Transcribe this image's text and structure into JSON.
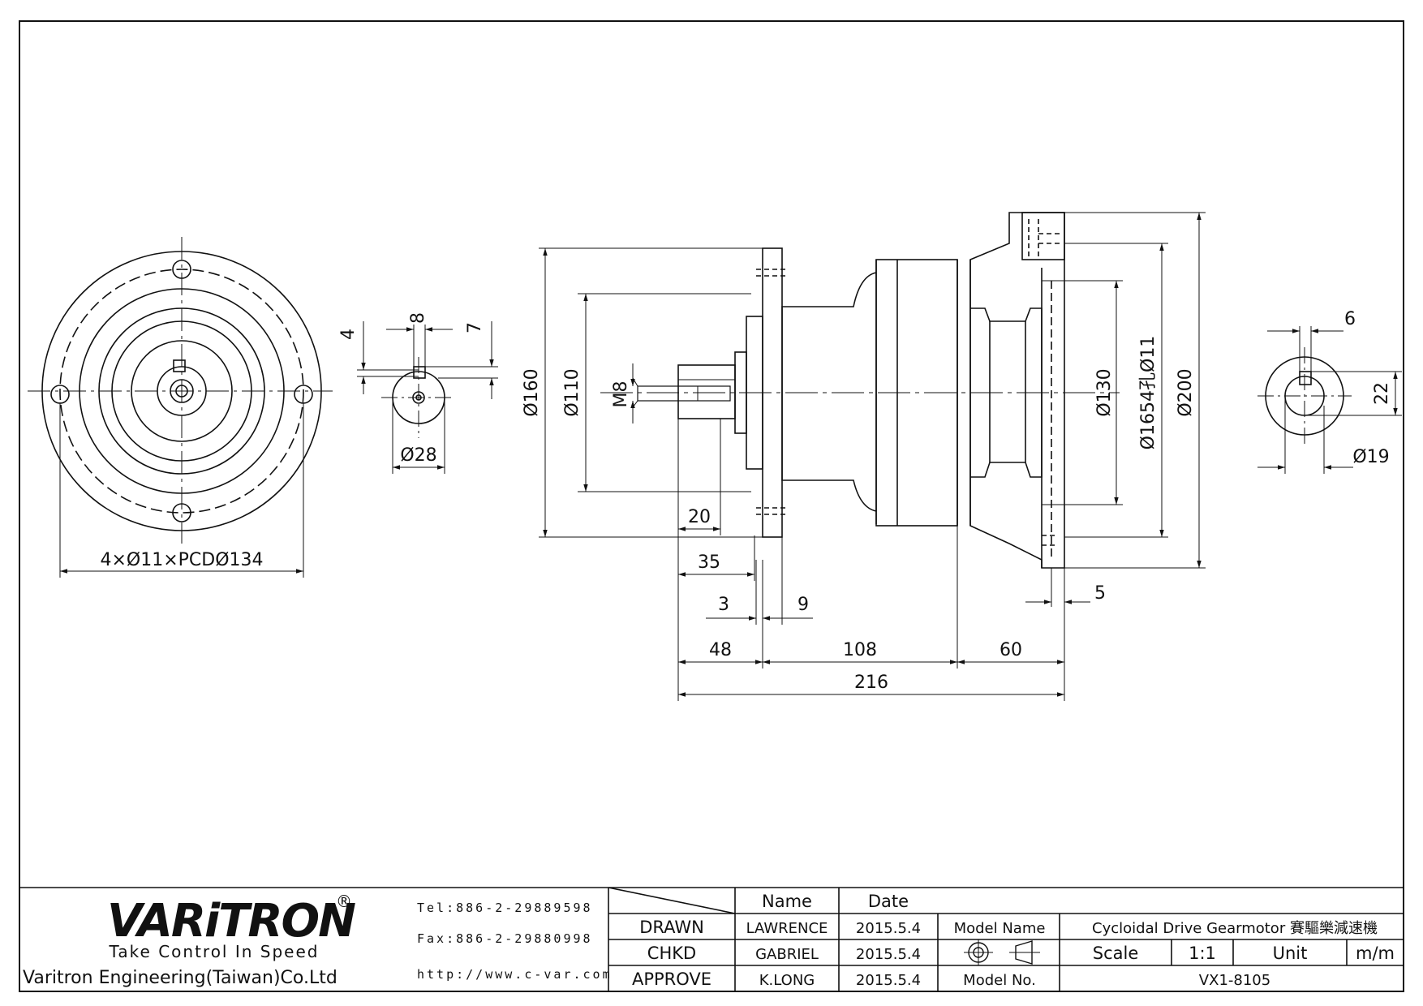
{
  "drawing": {
    "front_view": {
      "pcd_label": "4×Ø11×PCDØ134"
    },
    "input_shaft_view": {
      "key_width": "8",
      "key_depth": "4",
      "key_height": "7",
      "diameter": "Ø28"
    },
    "side_view": {
      "dia_160": "Ø160",
      "dia_110": "Ø110",
      "thread": "M8",
      "dia_130": "Ø130",
      "bolt_circle": "Ø165",
      "holes": "4孔Ø11",
      "dia_200": "Ø200",
      "len_20": "20",
      "len_35": "35",
      "len_3": "3",
      "len_9": "9",
      "len_5": "5",
      "len_48": "48",
      "len_108": "108",
      "len_60": "60",
      "len_216": "216"
    },
    "output_shaft_view": {
      "key_width": "6",
      "height": "22",
      "diameter": "Ø19"
    }
  },
  "title_block": {
    "brand": "VARiTRON",
    "registered": "®",
    "slogan": "Take Control In Speed",
    "company": "Varitron Engineering(Taiwan)Co.Ltd",
    "tel": "Tel:886-2-29889598",
    "fax": "Fax:886-2-29880998",
    "web": "http://www.c-var.com",
    "headers": {
      "name": "Name",
      "date": "Date"
    },
    "rows": [
      {
        "role": "DRAWN",
        "name": "LAWRENCE",
        "date": "2015.5.4"
      },
      {
        "role": "CHKD",
        "name": "GABRIEL",
        "date": "2015.5.4"
      },
      {
        "role": "APPROVE",
        "name": "K.LONG",
        "date": "2015.5.4"
      }
    ],
    "model_name_label": "Model Name",
    "model_name_value": "Cycloidal Drive Gearmotor 賽驅樂減速機",
    "scale_label": "Scale",
    "scale_value": "1:1",
    "unit_label": "Unit",
    "unit_value": "m/m",
    "model_no_label": "Model No.",
    "model_no_value": "VX1-8105",
    "projection_symbol": "first-angle-projection-icon"
  }
}
